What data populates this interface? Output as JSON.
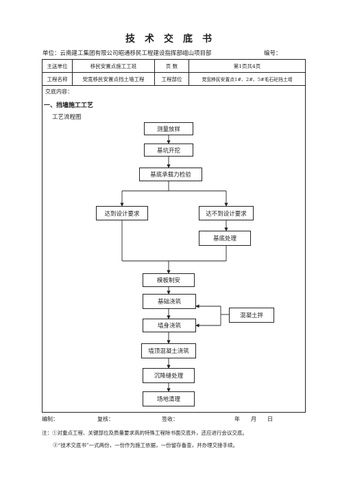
{
  "header": {
    "title": "技术交底书",
    "unit": "单位：云南建工集团有限公司昭通移民工程建设指挥部峨山项目部",
    "code_label": "编号："
  },
  "info_table": {
    "row1": [
      "主送单位",
      "移民安置点施工工班",
      "页  数",
      "第1页共4页"
    ],
    "row2": [
      "工程名称",
      "党宽移民安置点挡土墙工程",
      "工程部位",
      "党宽移民安置点1#、2#、5#毛石砼挡土墙"
    ]
  },
  "content": {
    "label": "交底内容：",
    "section_title": "一、挡墙施工工艺",
    "sub_title": "工艺流程图"
  },
  "flow": {
    "n1": "测量放样",
    "n2": "基坑开挖",
    "n3": "基底承载力检验",
    "n4": "达到设计要求",
    "n5": "达不到设计要求",
    "n6": "基底处理",
    "n7": "模板制安",
    "n8": "基础浇筑",
    "n9": "墙身浇筑",
    "n10": "墙顶混凝土浇筑",
    "n11": "沉降缝处理",
    "n12": "场地清理",
    "side": "混凝土拌"
  },
  "footer": {
    "compiler": "编制：",
    "reviewer": "复核：",
    "signer": "签收：",
    "year": "年",
    "month": "月",
    "day": "日",
    "note1": "注：①对重点工程、关键部位及质量要求高的特殊工程除书面交底外，还应进行会议交底。",
    "note2": "②“技术交底书”一式两份，一份作为施工依据，一份留存备查，并办理交接手续。"
  }
}
